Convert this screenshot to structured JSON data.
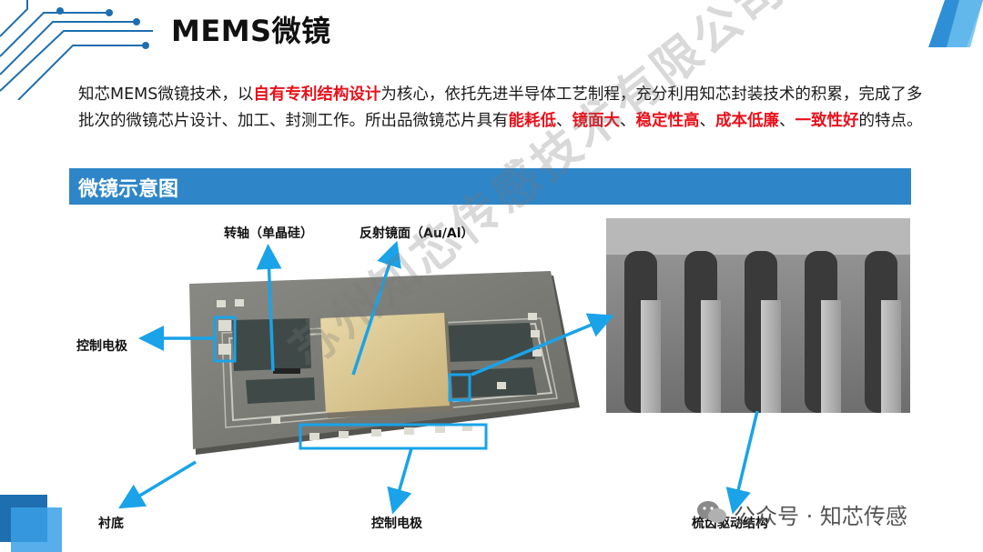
{
  "title": "MEMS微镜",
  "intro": {
    "segments": [
      {
        "text": "知芯MEMS微镜技术，以",
        "hl": false
      },
      {
        "text": "自有专利结构设计",
        "hl": true
      },
      {
        "text": "为核心，依托先进半导体工艺制程，充分利用知芯封装技术的积累，完成了多批次的微镜芯片设计、加工、封测工作。所出品微镜芯片具有",
        "hl": false
      },
      {
        "text": "能耗低",
        "hl": true
      },
      {
        "text": "、",
        "hl": false
      },
      {
        "text": "镜面大",
        "hl": true
      },
      {
        "text": "、",
        "hl": false
      },
      {
        "text": "稳定性高",
        "hl": true
      },
      {
        "text": "、",
        "hl": false
      },
      {
        "text": "成本低廉",
        "hl": true
      },
      {
        "text": "、",
        "hl": false
      },
      {
        "text": "一致性好",
        "hl": true
      },
      {
        "text": "的特点。",
        "hl": false
      }
    ]
  },
  "section": {
    "title": "微镜示意图"
  },
  "labels": {
    "axis": "转轴（单晶硅）",
    "mirror": "反射镜面（Au/Al）",
    "electrode_left": "控制电极",
    "electrode_bottom": "控制电极",
    "substrate": "衬底",
    "comb": "梳齿驱动结构"
  },
  "watermark": "苏州知芯传感技术有限公司",
  "wechat": "公众号 · 知芯传感",
  "colors": {
    "accent_blue": "#2e86c8",
    "arrow_blue": "#1aa3e8",
    "highlight_red": "#e8101a"
  }
}
